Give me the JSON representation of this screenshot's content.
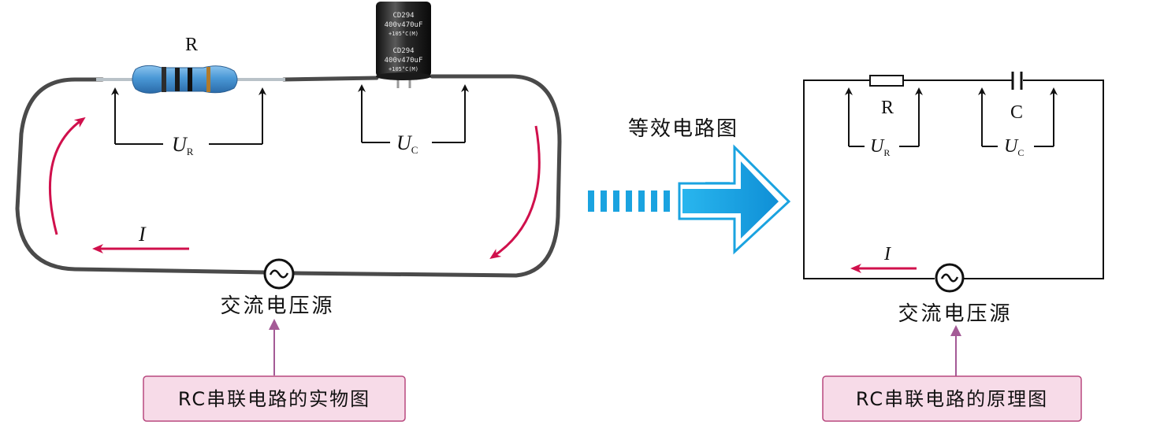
{
  "left_diagram": {
    "resistor_label": "R",
    "capacitor_text": [
      "CD294",
      "400v470uF",
      "+105°C(M)",
      "CD294",
      "400v470uF",
      "+105°C(M)"
    ],
    "voltage_r": {
      "symbol": "U",
      "subscript": "R"
    },
    "voltage_c": {
      "symbol": "U",
      "subscript": "C"
    },
    "current_label": "I",
    "source_label": "交流电压源",
    "caption": "RC串联电路的实物图"
  },
  "middle": {
    "label": "等效电路图"
  },
  "right_diagram": {
    "resistor_label": "R",
    "capacitor_label": "C",
    "voltage_r": {
      "symbol": "U",
      "subscript": "R"
    },
    "voltage_c": {
      "symbol": "U",
      "subscript": "C"
    },
    "current_label": "I",
    "source_label": "交流电压源",
    "caption": "RC串联电路的原理图"
  },
  "colors": {
    "wire_dark": "#4a4a4a",
    "current_arrow": "#d0104c",
    "caption_fill": "#f7dbe8",
    "caption_border": "#b8497f",
    "pointer_arrow": "#a45a96",
    "big_arrow": "#1aa3e0",
    "resistor_body": "#4a98d6"
  }
}
